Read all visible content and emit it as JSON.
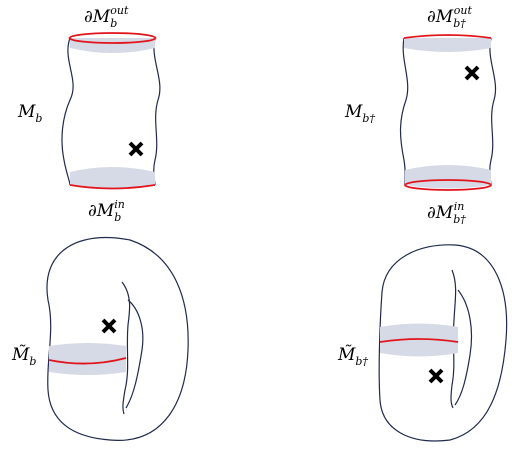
{
  "labels": {
    "mb_out": {
      "base": "∂M",
      "sub": "b",
      "sup": "out"
    },
    "mb": {
      "base": "M",
      "sub": "b"
    },
    "mb_in": {
      "base": "∂M",
      "sub": "b",
      "sup": "in"
    },
    "mbd_out": {
      "base": "∂M",
      "sub": "b†",
      "sup": "out"
    },
    "mbd": {
      "base": "M",
      "sub": "b†"
    },
    "mbd_in": {
      "base": "∂M",
      "sub": "b†",
      "sup": "in"
    },
    "tmb": {
      "base": "M̃",
      "sub": "b"
    },
    "tmbd": {
      "base": "M̃",
      "sub": "b†"
    }
  },
  "colors": {
    "outline": "#1f2a4d",
    "boundary": "#e2141b",
    "band": "#d5dae6",
    "marker": "#000000"
  }
}
